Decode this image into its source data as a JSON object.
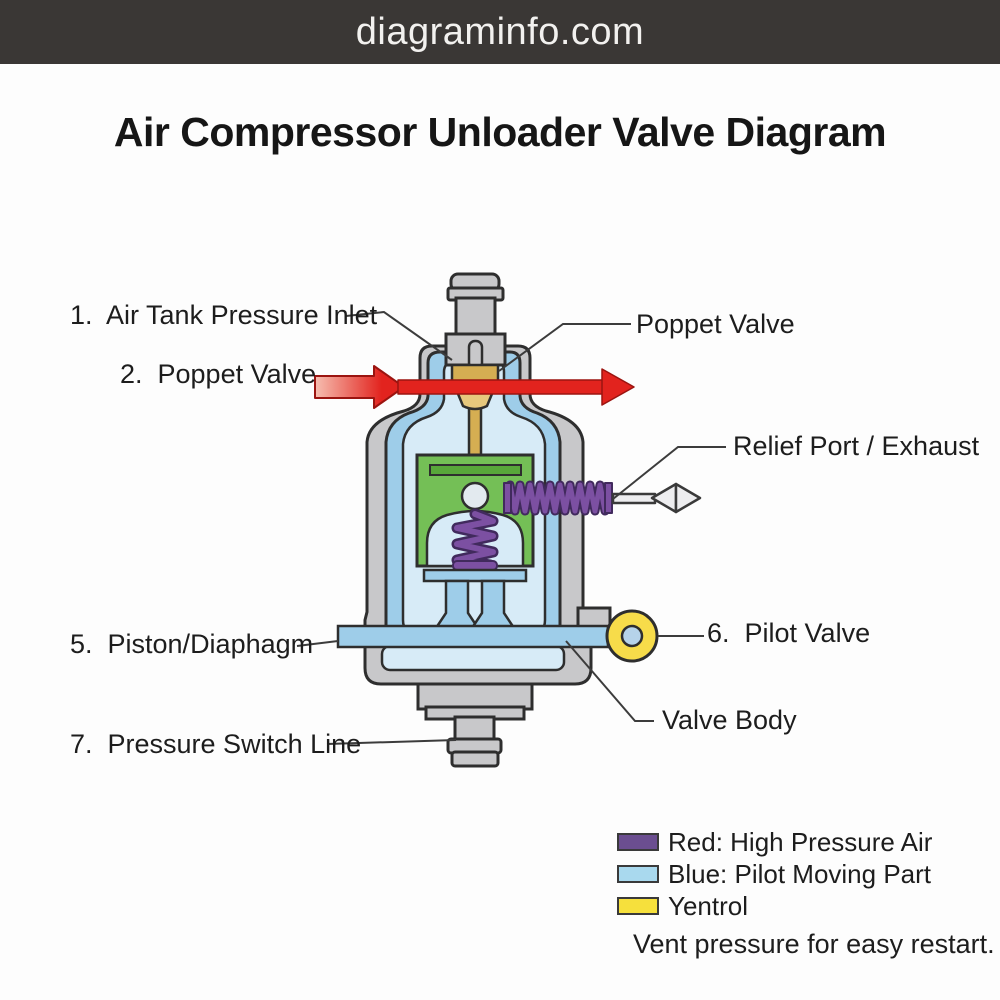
{
  "header": {
    "site_title": "diagraminfo.com"
  },
  "page": {
    "title": "Air Compressor Unloader Valve Diagram"
  },
  "callouts": {
    "inlet": "1.  Air Tank Pressure Inlet",
    "poppet_left": "2.  Poppet Valve",
    "poppet_right": "Poppet Valve",
    "relief": "Relief Port / Exhaust",
    "piston": "5.  Piston/Diaphagm",
    "pilot": "6.  Pilot Valve",
    "valve_body": "Valve Body",
    "pressure_switch": "7.  Pressure Switch Line"
  },
  "legend": {
    "items": [
      {
        "label": "Red: High Pressure Air",
        "swatch": "#6b4e90"
      },
      {
        "label": "Blue: Pilot Moving Part",
        "swatch": "#a9d9ee"
      },
      {
        "label": "Yentrol",
        "swatch": "#f6e03c"
      }
    ],
    "note": "Vent pressure for easy restart."
  },
  "colors": {
    "bg": "#fdfdfd",
    "header_bg": "#3a3735",
    "header_text": "#f2f1ef",
    "ink": "#1d1d1d",
    "outline": "#2e2e2e",
    "leader": "#3c3c3c",
    "metal_gray": "#c8c8ca",
    "blue_mid": "#9ecde9",
    "blue_pale": "#d7ebf7",
    "green": "#74bf56",
    "green_dark": "#58a63a",
    "gold": "#d5ae52",
    "gold_light": "#e7c87d",
    "purple": "#7c50a2",
    "purple_dark": "#412a5d",
    "yellow": "#f7dc4a",
    "pilot_center": "#b6d3ea",
    "red": "#e2231e",
    "red_soft": "#f6beb0",
    "red_edge": "#9b1410",
    "exhaust_fill": "#ededef"
  }
}
